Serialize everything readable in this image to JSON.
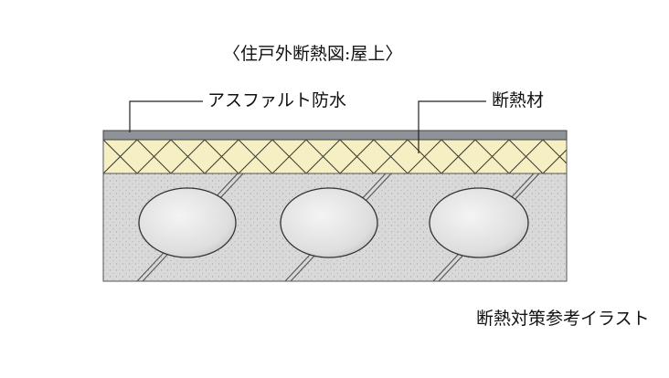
{
  "diagram": {
    "title": "〈住戸外断熱図:屋上〉",
    "labels": {
      "waterproofing": "アスファルト防水",
      "insulation": "断熱材"
    },
    "caption": "断熱対策参考イラスト",
    "colors": {
      "waterproof_layer": "#8f9296",
      "insulation_fill": "#f6efc4",
      "insulation_lattice": "#3a3a2a",
      "concrete_fill": "#d9d9d9",
      "void_fill": "#e4e4e4",
      "rebar": "#555555",
      "leader_line": "#222222"
    },
    "structure": {
      "hollow_voids": 3,
      "layers": [
        "asphalt-waterproofing",
        "insulation",
        "hollow-core-concrete-slab"
      ]
    }
  }
}
